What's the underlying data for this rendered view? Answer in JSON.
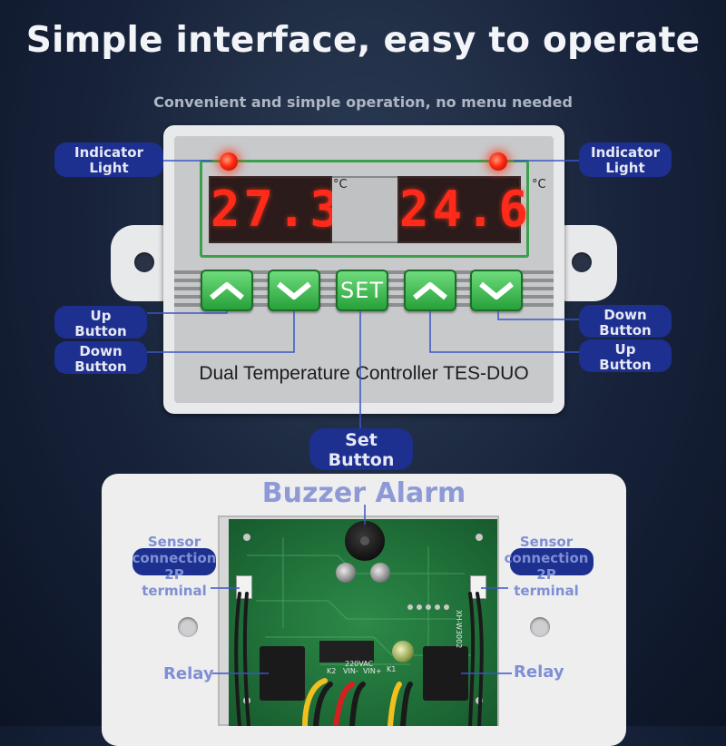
{
  "headline": "Simple interface, easy to operate",
  "subline": "Convenient and simple operation, no menu needed",
  "callouts": {
    "indicator_left": [
      "Indicator",
      "Light"
    ],
    "indicator_right": [
      "Indicator",
      "Light"
    ],
    "up_left": [
      "Up",
      "Button"
    ],
    "down_left": [
      "Down",
      "Button"
    ],
    "down_right": [
      "Down",
      "Button"
    ],
    "up_right": [
      "Up",
      "Button"
    ],
    "set": [
      "Set",
      "Button"
    ]
  },
  "display": {
    "left_value": "27.3",
    "right_value": "24.6",
    "unit": "°C",
    "digit_color": "#ff2a1a"
  },
  "buttons": {
    "set_label": "SET",
    "up_icon": "chevron-up-icon",
    "down_icon": "chevron-down-icon",
    "color": "#3fbf52"
  },
  "model_text": "Dual Temperature Controller TES-DUO",
  "back": {
    "buzzer_label": "Buzzer Alarm",
    "sensor_left": [
      "Sensor",
      "connection",
      "2P",
      "terminal"
    ],
    "sensor_right": [
      "Sensor",
      "connection",
      "2P",
      "terminal"
    ],
    "relay_left": "Relay",
    "relay_right": "Relay",
    "pcb_texts": [
      "220VAC",
      "K2",
      "VIN-",
      "VIN+",
      "K1",
      "XH-W3002"
    ]
  },
  "colors": {
    "callout_bg": "#1d2f8f",
    "callout_text": "#e6e9f5",
    "back_label": "#8d9ad6",
    "callout_line": "#3a55c8"
  }
}
